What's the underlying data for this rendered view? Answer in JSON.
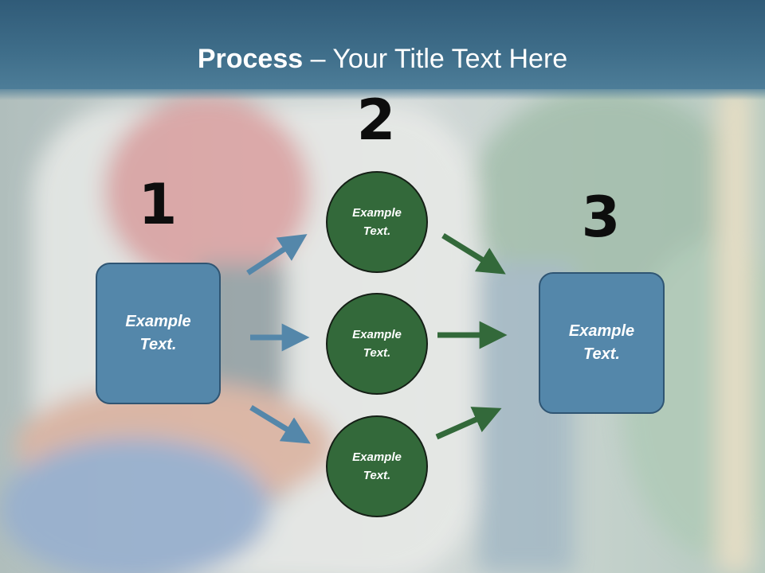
{
  "slide": {
    "title_bold": "Process",
    "title_rest": " – Your Title Text Here",
    "step_numbers": [
      "1",
      "2",
      "3"
    ],
    "left_box_text": "Example\nText.",
    "right_box_text": "Example\nText.",
    "circles": [
      {
        "text": "Example\nText."
      },
      {
        "text": "Example\nText."
      },
      {
        "text": "Example\nText."
      }
    ]
  },
  "colors": {
    "title_bar": "#3f6e8a",
    "box_fill": "#5487aa",
    "circle_fill": "#33693a",
    "blue_arrow": "#5487aa",
    "green_arrow": "#33693a"
  }
}
